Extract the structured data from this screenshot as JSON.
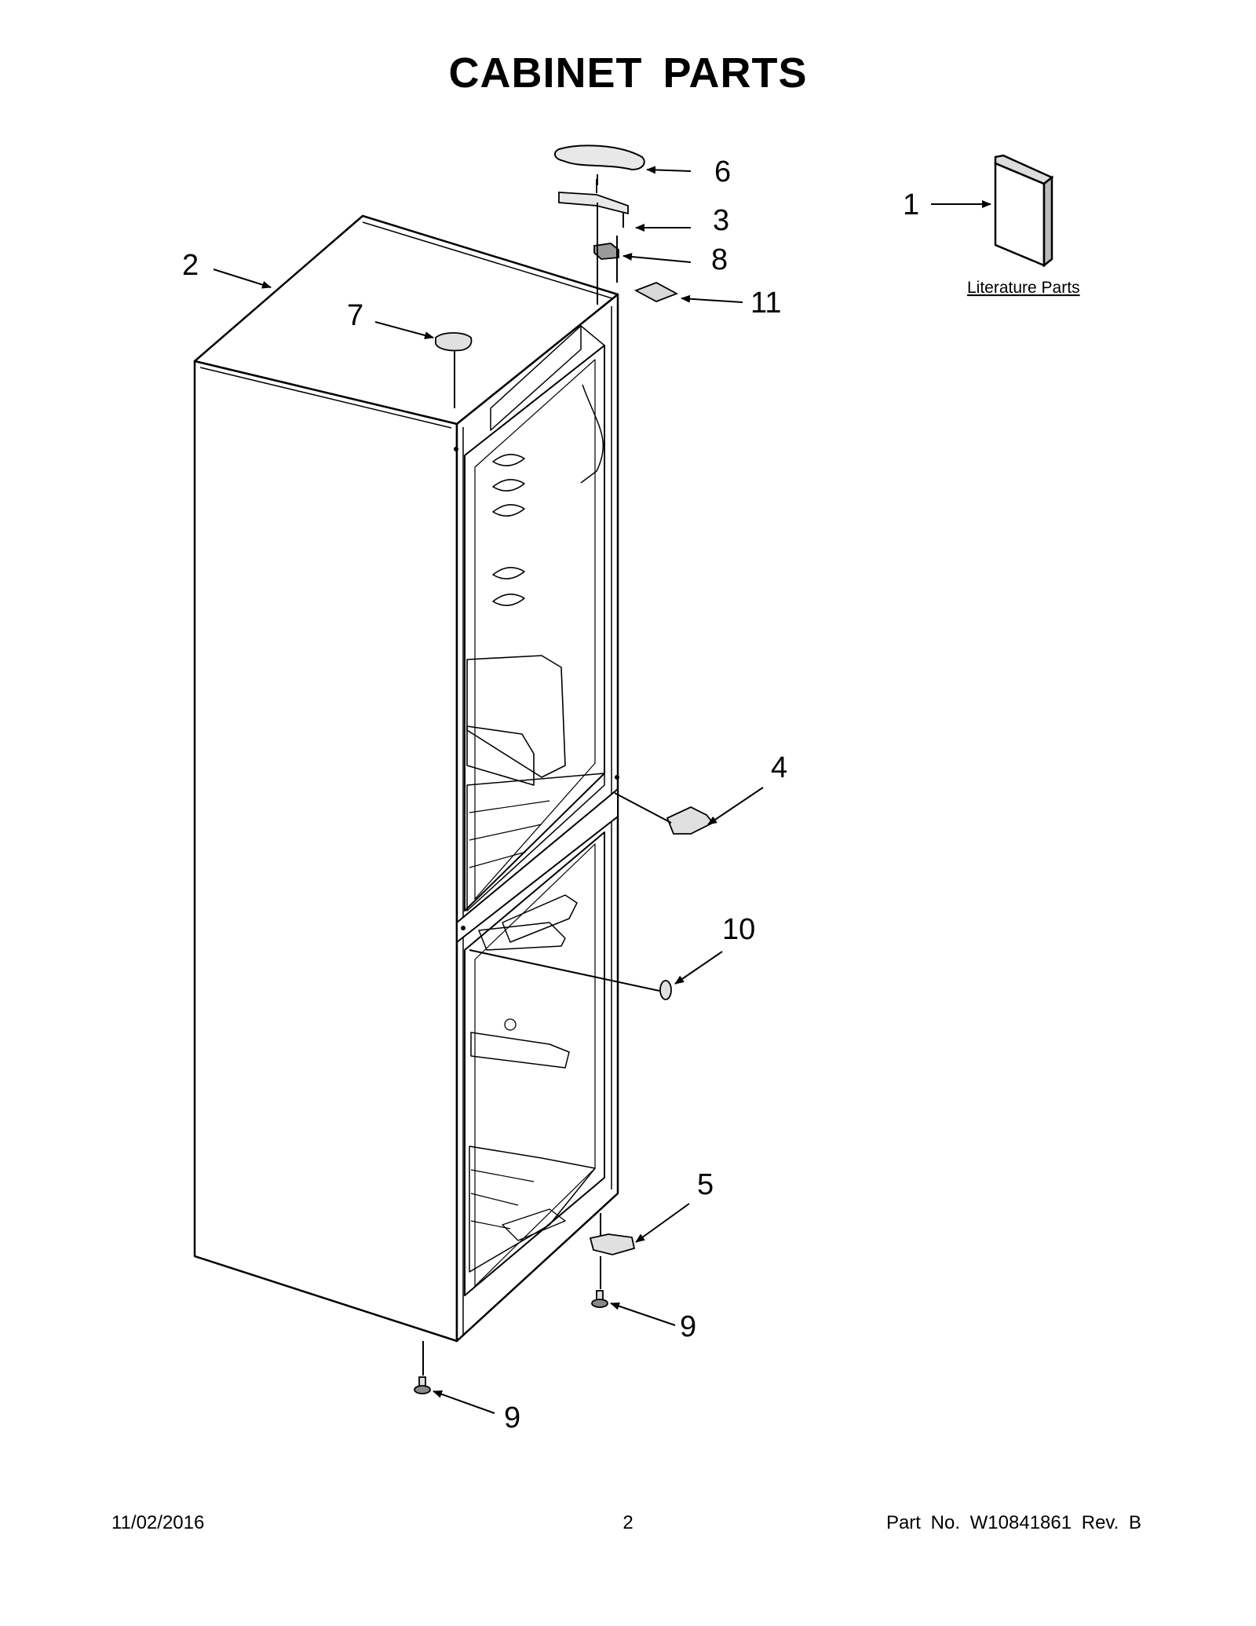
{
  "page": {
    "title": "CABINET PARTS",
    "footer": {
      "date": "11/02/2016",
      "page_number": "2",
      "part_number": "Part No.  W10841861  Rev.  B"
    }
  },
  "diagram": {
    "literature_label": "Literature Parts",
    "callouts": [
      {
        "id": "c1",
        "label": "1"
      },
      {
        "id": "c2",
        "label": "2"
      },
      {
        "id": "c3",
        "label": "3"
      },
      {
        "id": "c4",
        "label": "4"
      },
      {
        "id": "c5",
        "label": "5"
      },
      {
        "id": "c6",
        "label": "6"
      },
      {
        "id": "c7",
        "label": "7"
      },
      {
        "id": "c8",
        "label": "8"
      },
      {
        "id": "c9a",
        "label": "9"
      },
      {
        "id": "c9b",
        "label": "9"
      },
      {
        "id": "c10",
        "label": "10"
      },
      {
        "id": "c11",
        "label": "11"
      }
    ]
  }
}
